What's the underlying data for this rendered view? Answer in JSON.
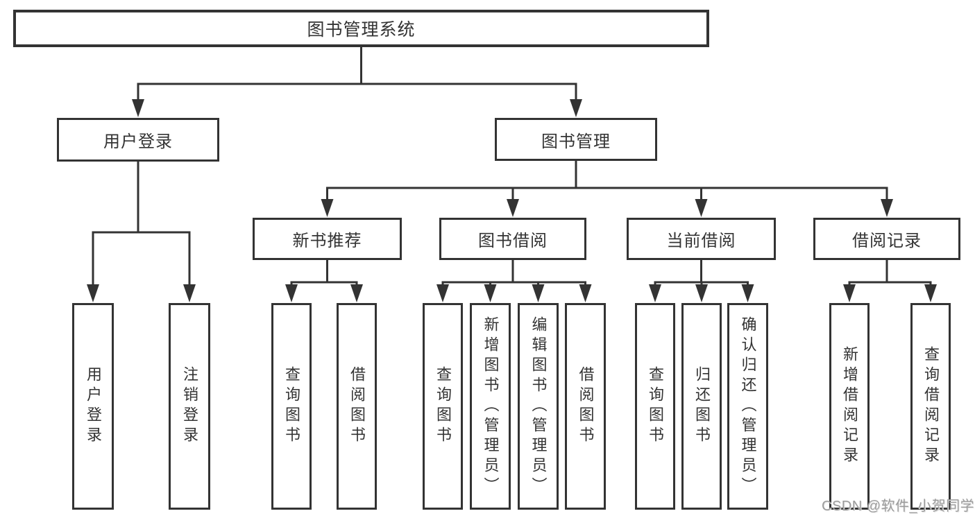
{
  "diagram": {
    "root": {
      "label": "图书管理系统"
    },
    "branches": [
      {
        "label": "用户登录",
        "children": [
          {
            "label": "用户登录"
          },
          {
            "label": "注销登录"
          }
        ]
      },
      {
        "label": "图书管理",
        "sections": [
          {
            "label": "新书推荐",
            "children": [
              {
                "label": "查询图书"
              },
              {
                "label": "借阅图书"
              }
            ]
          },
          {
            "label": "图书借阅",
            "children": [
              {
                "label": "查询图书"
              },
              {
                "label": "新增图书（管理员）"
              },
              {
                "label": "编辑图书（管理员）"
              },
              {
                "label": "借阅图书"
              }
            ]
          },
          {
            "label": "当前借阅",
            "children": [
              {
                "label": "查询图书"
              },
              {
                "label": "归还图书"
              },
              {
                "label": "确认归还（管理员）"
              }
            ]
          },
          {
            "label": "借阅记录",
            "children": [
              {
                "label": "新增借阅记录"
              },
              {
                "label": "查询借阅记录"
              }
            ]
          }
        ]
      }
    ]
  },
  "watermark": {
    "text": "CSDN @软件_小贺同学"
  },
  "colors": {
    "line": "#333333",
    "text": "#333333",
    "watermark": "#9c9c9c",
    "background": "#ffffff"
  }
}
